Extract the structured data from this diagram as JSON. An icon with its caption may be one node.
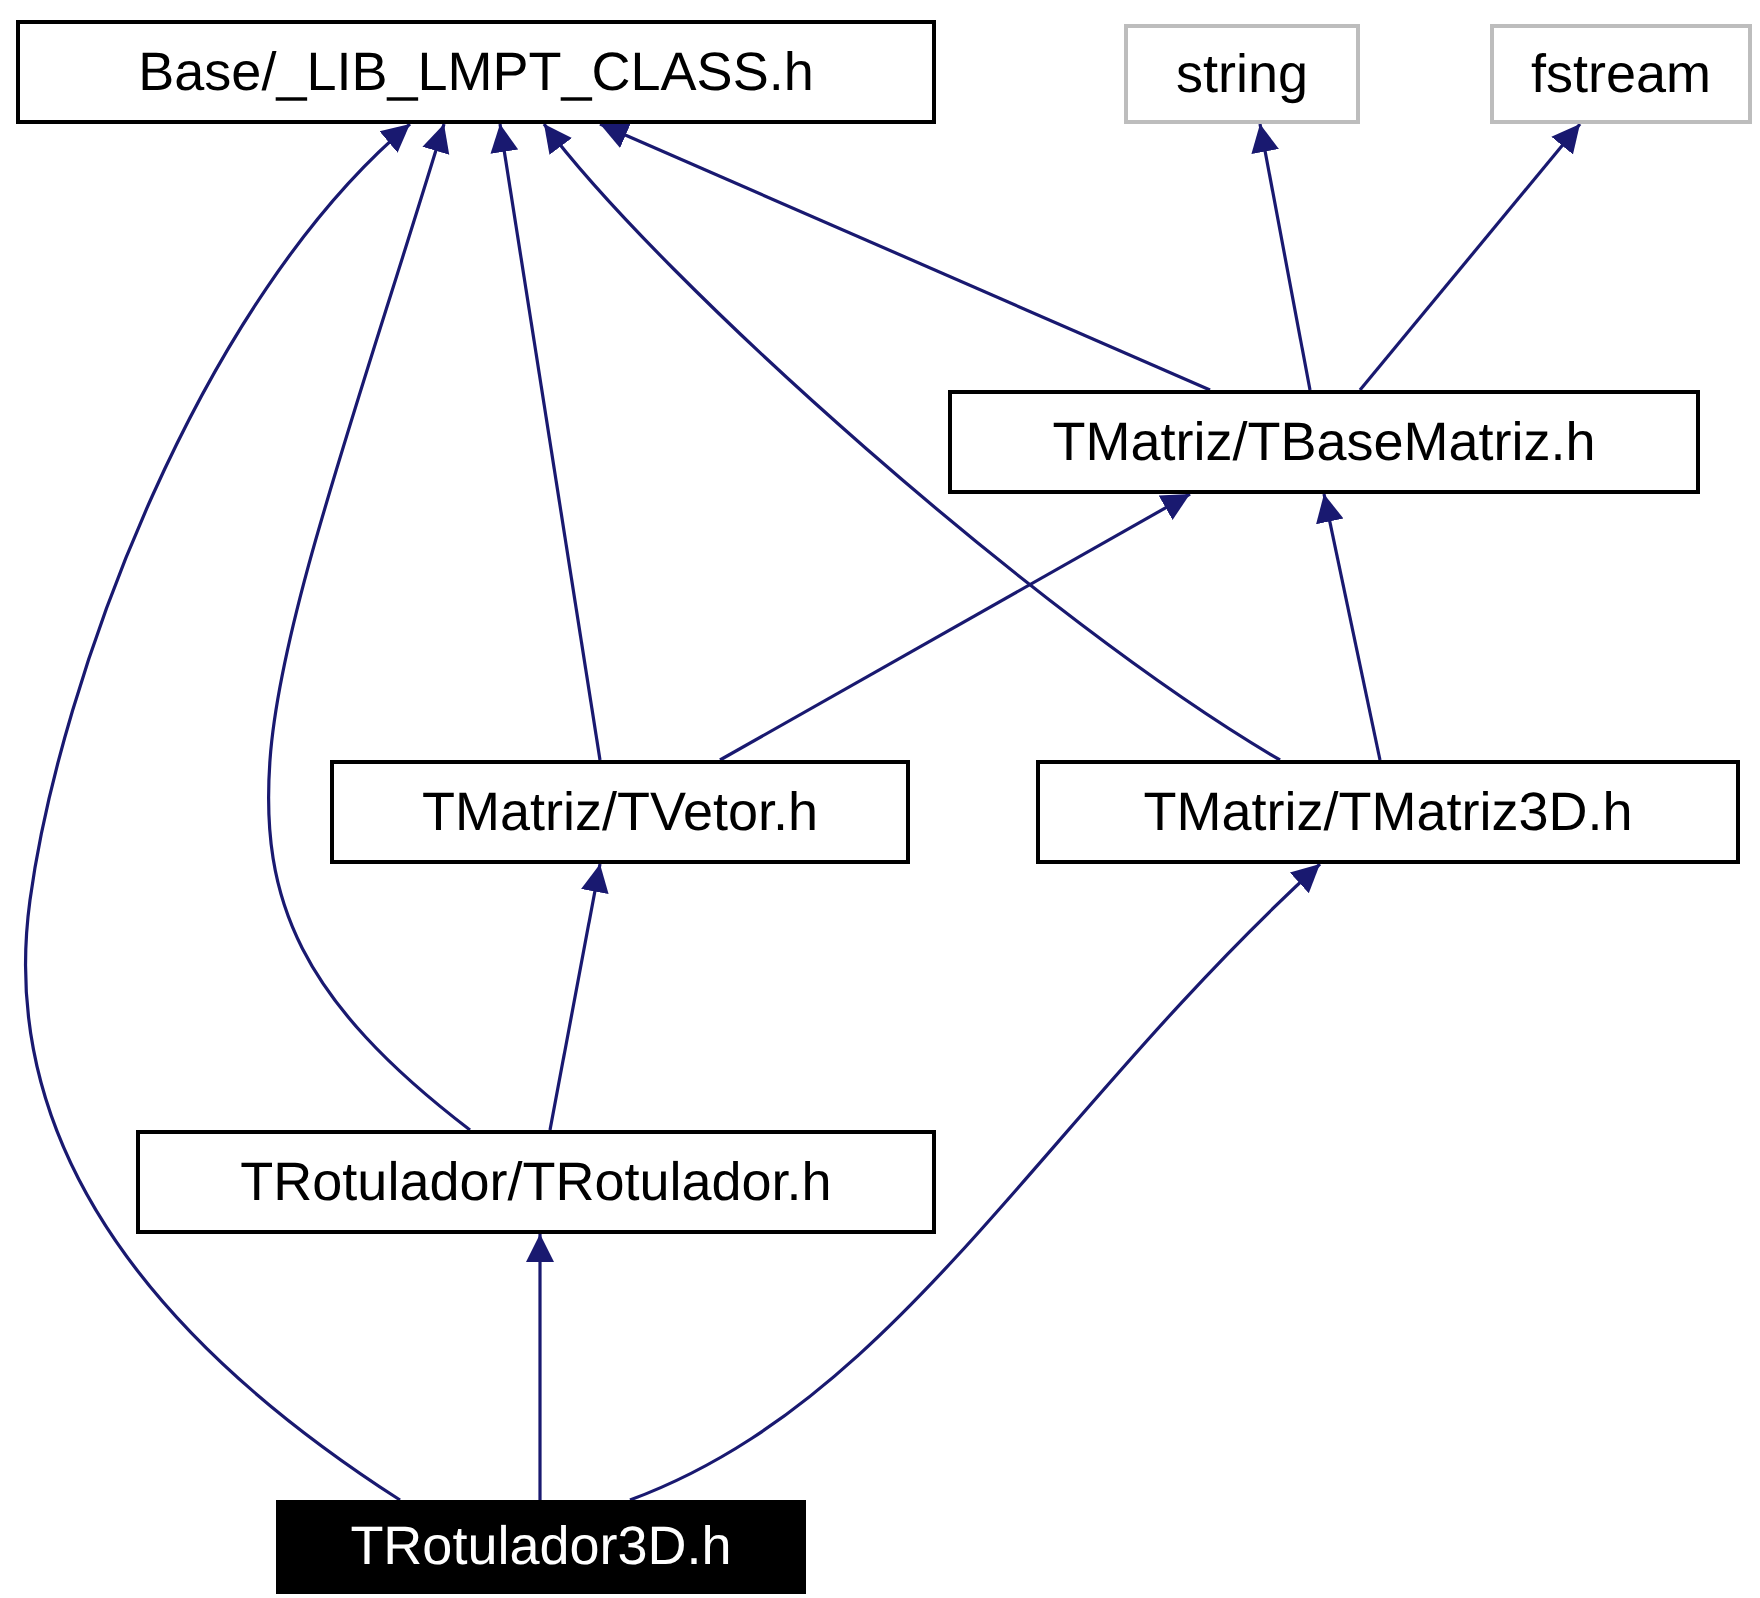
{
  "diagram": {
    "nodes": [
      {
        "text": [
          "Base/_LIB_LMPT_CLASS.h"
        ]
      },
      {
        "text": [
          "string"
        ]
      },
      {
        "text": [
          "fstream"
        ]
      },
      {
        "text": [
          "TMatriz/TBaseMatriz.h"
        ]
      },
      {
        "text": [
          "TMatriz/TVetor.h"
        ]
      },
      {
        "text": [
          "TMatriz/TMatriz3D.h"
        ]
      },
      {
        "text": [
          "TRotulador/TRotulador.h"
        ]
      },
      {
        "text": [
          "TRotulador3D.h"
        ]
      }
    ],
    "edges": [
      {
        "from": 7,
        "to": 0,
        "arrow": "to"
      },
      {
        "from": 6,
        "to": 0,
        "arrow": "to"
      },
      {
        "from": 7,
        "to": 6,
        "arrow": "to"
      },
      {
        "from": 7,
        "to": 5,
        "arrow": "to"
      },
      {
        "from": 6,
        "to": 4,
        "arrow": "to"
      },
      {
        "from": 4,
        "to": 0,
        "arrow": "to"
      },
      {
        "from": 4,
        "to": 3,
        "arrow": "to"
      },
      {
        "from": 5,
        "to": 0,
        "arrow": "to"
      },
      {
        "from": 5,
        "to": 3,
        "arrow": "to"
      },
      {
        "from": 3,
        "to": 0,
        "arrow": "to"
      },
      {
        "from": 3,
        "to": 1,
        "arrow": "to"
      },
      {
        "from": 3,
        "to": 2,
        "arrow": "to"
      }
    ]
  }
}
